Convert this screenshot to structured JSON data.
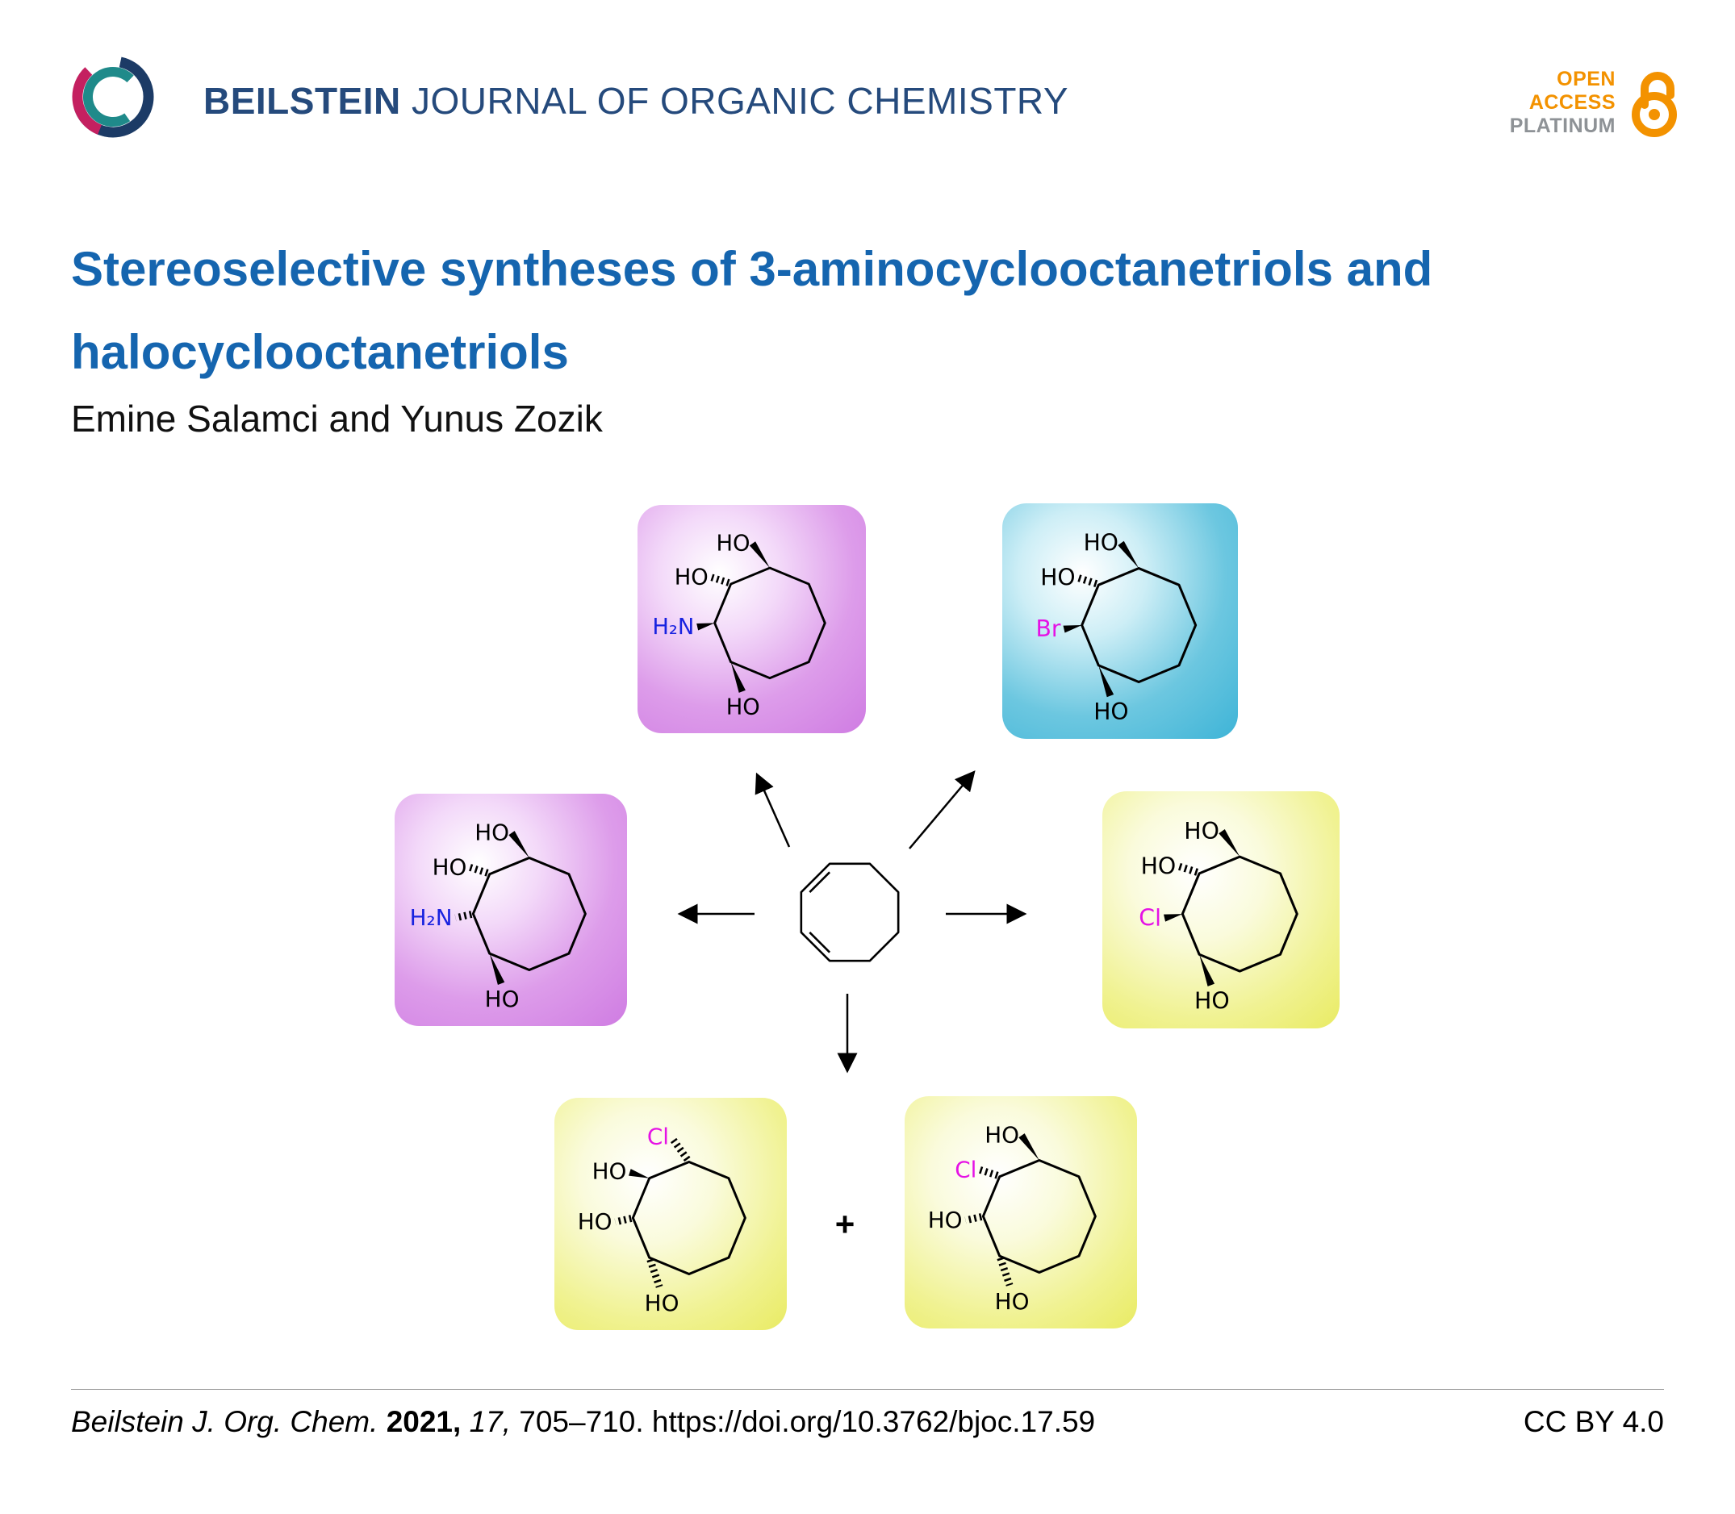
{
  "header": {
    "journal_bold": "BEILSTEIN",
    "journal_rest": "JOURNAL OF ORGANIC CHEMISTRY",
    "open_access": {
      "line1": "OPEN",
      "line2": "ACCESS",
      "line3": "PLATINUM"
    }
  },
  "title": {
    "line1": "Stereoselective syntheses of 3-aminocyclooctanetriols and",
    "line2": "halocyclooctanetriols"
  },
  "authors": "Emine Salamci and Yunus Zozik",
  "scheme": {
    "plus": "+",
    "structures": {
      "amino_top": {
        "top": "HO",
        "upper_left": "HO",
        "left": "H₂N",
        "bottom": "HO"
      },
      "bromo_top": {
        "top": "HO",
        "upper_left": "HO",
        "left": "Br",
        "bottom": "HO"
      },
      "amino_left": {
        "top": "HO",
        "upper_left": "HO",
        "left": "H₂N",
        "bottom": "HO"
      },
      "chloro_right": {
        "top": "HO",
        "upper_left": "HO",
        "left": "Cl",
        "bottom": "HO"
      },
      "chloro_bottom_left": {
        "top": "Cl",
        "upper_left": "HO",
        "left": "HO",
        "bottom": "HO"
      },
      "chloro_bottom_right": {
        "top": "HO",
        "upper_left": "Cl",
        "left": "HO",
        "bottom": "HO"
      }
    }
  },
  "footer": {
    "journal": "Beilstein J. Org. Chem.",
    "year": "2021,",
    "volume": "17,",
    "pages": "705–710.",
    "doi": "https://doi.org/10.3762/bjoc.17.59",
    "license": "CC BY 4.0"
  },
  "colors": {
    "journal_blue": "#254a7c",
    "title_blue": "#1565af",
    "open_access_orange": "#f39200",
    "platinum_gray": "#8e9296",
    "amine_blue": "#1822e0",
    "halogen_magenta": "#e512e5",
    "box_purple": "#cf7ce2",
    "box_cyan": "#3eb4d7",
    "box_yellow": "#e9eb63",
    "logo_navy": "#1c3b66",
    "logo_teal": "#1f8a8a",
    "logo_crimson": "#c42060"
  }
}
